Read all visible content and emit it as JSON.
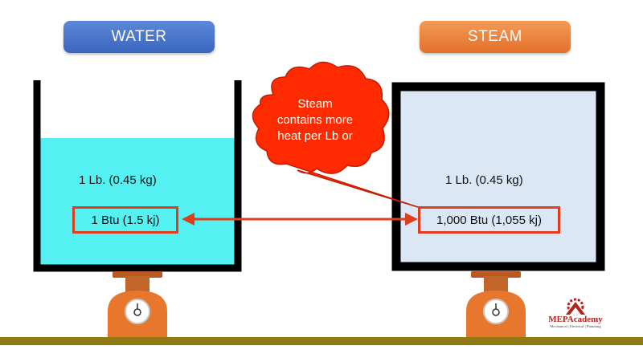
{
  "water": {
    "title": "WATER",
    "mass": "1 Lb. (0.45 kg)",
    "heat": "1 Btu (1.5 kj)"
  },
  "steam": {
    "title": "STEAM",
    "mass": "1 Lb. (0.45 kg)",
    "heat": "1,000 Btu (1,055 kj)"
  },
  "callout": {
    "lines": [
      "Steam",
      "contains more",
      "heat per Lb or"
    ]
  },
  "logo": {
    "name": "MEPAcademy",
    "tagline": "Mechanical | Electrical | Plumbing"
  },
  "colors": {
    "water_fill": "#55f0f2",
    "steam_fill": "#dbe7f5",
    "callout": "#ff2a00",
    "highlight_border": "#e03c1e",
    "floor": "#8f7a14",
    "scale": "#e8772e"
  }
}
